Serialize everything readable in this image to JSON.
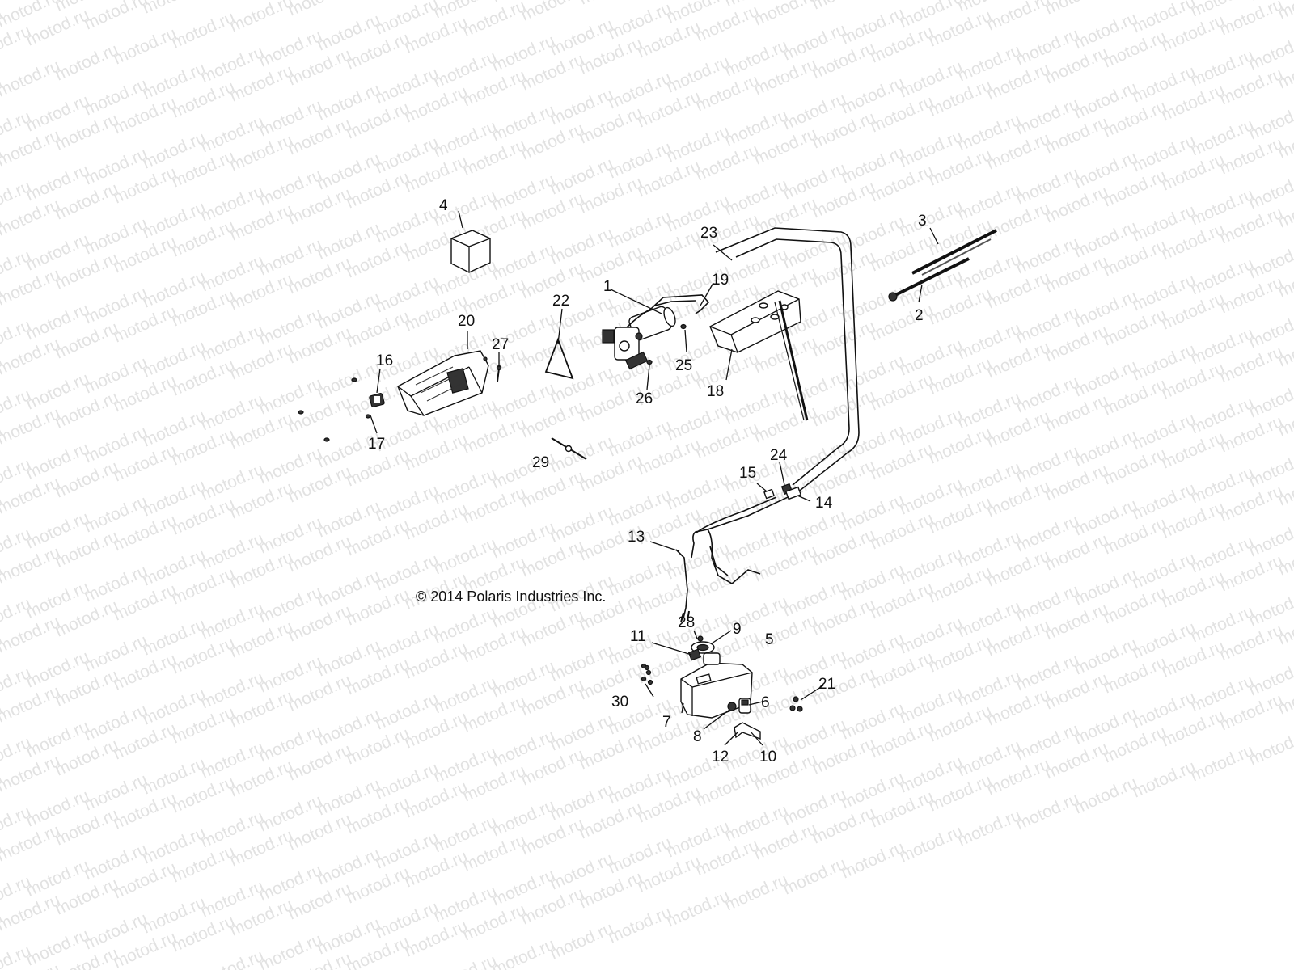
{
  "watermark": "motod.ru",
  "copyright": "© 2014 Polaris Industries Inc.",
  "callouts": [
    "1",
    "2",
    "3",
    "4",
    "5",
    "6",
    "7",
    "8",
    "9",
    "10",
    "11",
    "12",
    "13",
    "14",
    "15",
    "16",
    "17",
    "18",
    "19",
    "20",
    "21",
    "22",
    "23",
    "24",
    "25",
    "26",
    "27",
    "28",
    "29",
    "30"
  ]
}
